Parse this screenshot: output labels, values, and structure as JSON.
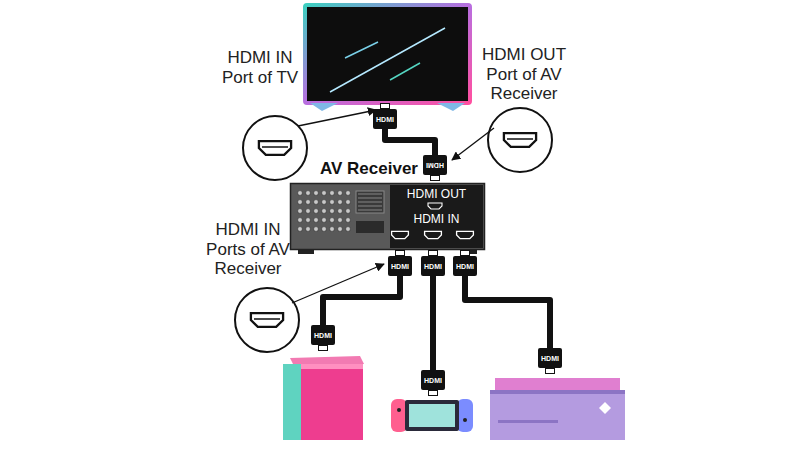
{
  "diagram": {
    "nodes": [
      {
        "text": [
          "HDMI"
        ]
      },
      {
        "text": [
          "HDMI"
        ]
      },
      {
        "text": [
          "AV Receiver",
          "HDMI OUT",
          "HDMI IN"
        ]
      },
      {
        "text": [
          "HDMI"
        ]
      },
      {
        "text": [
          "HDMI"
        ]
      },
      {
        "text": [
          "HDMI"
        ]
      },
      {
        "text": [
          "HDMI"
        ]
      },
      {
        "text": [
          "HDMI"
        ]
      },
      {
        "text": [
          "HDMI"
        ]
      }
    ],
    "edges": [
      {
        "from": 0,
        "to": 1,
        "arrow": "none"
      },
      {
        "from": 3,
        "to": 6,
        "arrow": "none"
      },
      {
        "from": 4,
        "to": 7,
        "arrow": "none"
      },
      {
        "from": 5,
        "to": 8,
        "arrow": "none"
      }
    ],
    "labels": [
      "HDMI IN Port of TV",
      "HDMI OUT Port of AV Receiver",
      "HDMI IN Ports of AV Receiver"
    ]
  }
}
